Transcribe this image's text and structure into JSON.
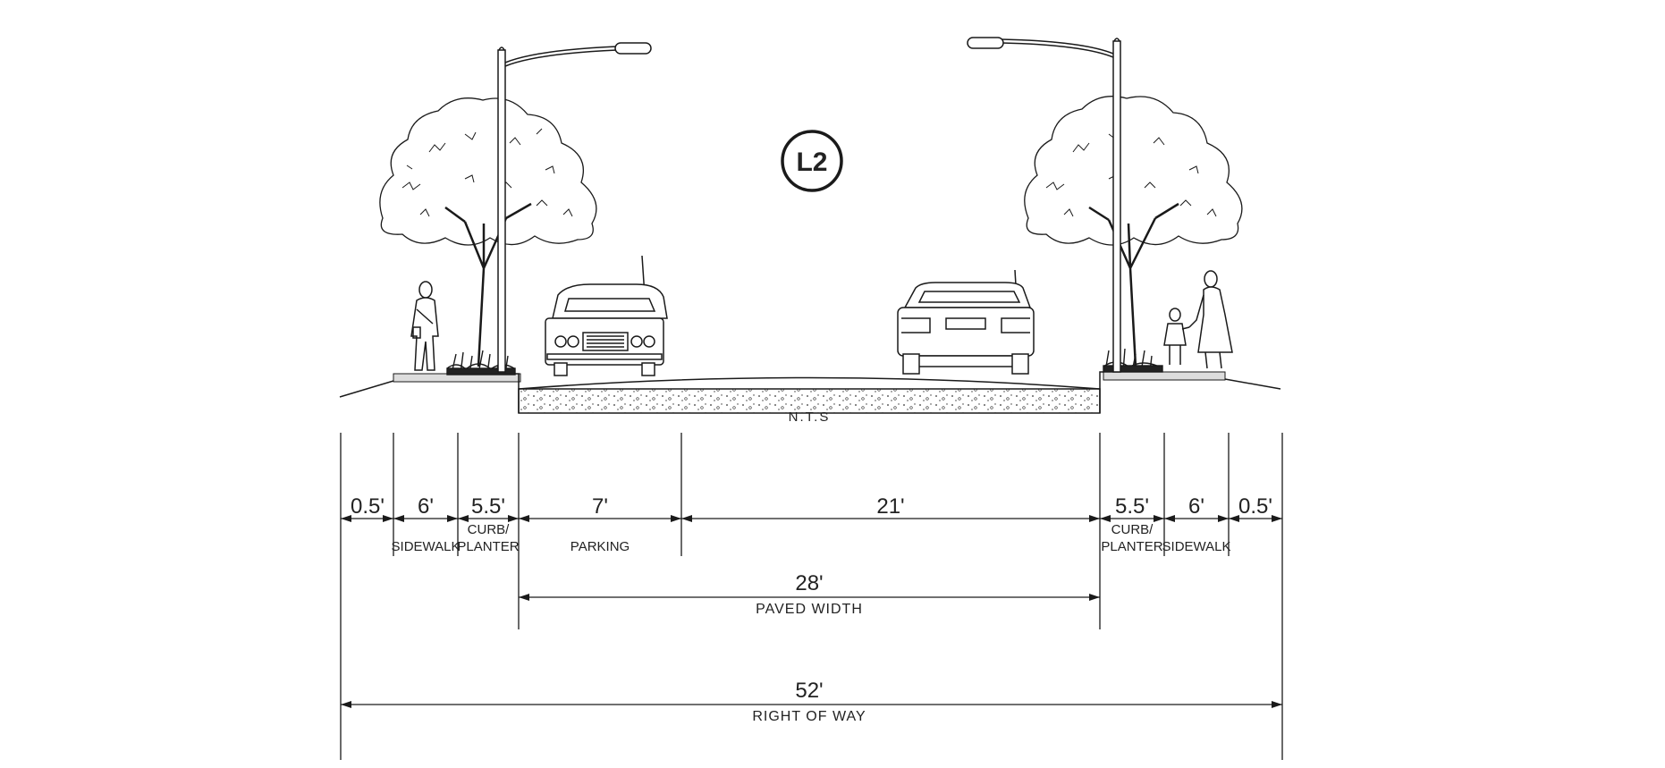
{
  "section_id": "L2",
  "scale_note": "N.T.S",
  "segments": [
    {
      "id": "left-buffer",
      "dimension": "0.5'",
      "label": ""
    },
    {
      "id": "left-sidewalk",
      "dimension": "6'",
      "label": "SIDEWALK"
    },
    {
      "id": "left-curb-planter",
      "dimension": "5.5'",
      "label_line1": "CURB/",
      "label_line2": "PLANTER"
    },
    {
      "id": "parking",
      "dimension": "7'",
      "label": "PARKING"
    },
    {
      "id": "travel",
      "dimension": "21'",
      "label": ""
    },
    {
      "id": "right-curb-planter",
      "dimension": "5.5'",
      "label_line1": "CURB/",
      "label_line2": "PLANTER"
    },
    {
      "id": "right-sidewalk",
      "dimension": "6'",
      "label": "SIDEWALK"
    },
    {
      "id": "right-buffer",
      "dimension": "0.5'",
      "label": ""
    }
  ],
  "paved_width": {
    "dimension": "28'",
    "label": "PAVED WIDTH"
  },
  "right_of_way": {
    "dimension": "52'",
    "label": "RIGHT OF WAY"
  }
}
